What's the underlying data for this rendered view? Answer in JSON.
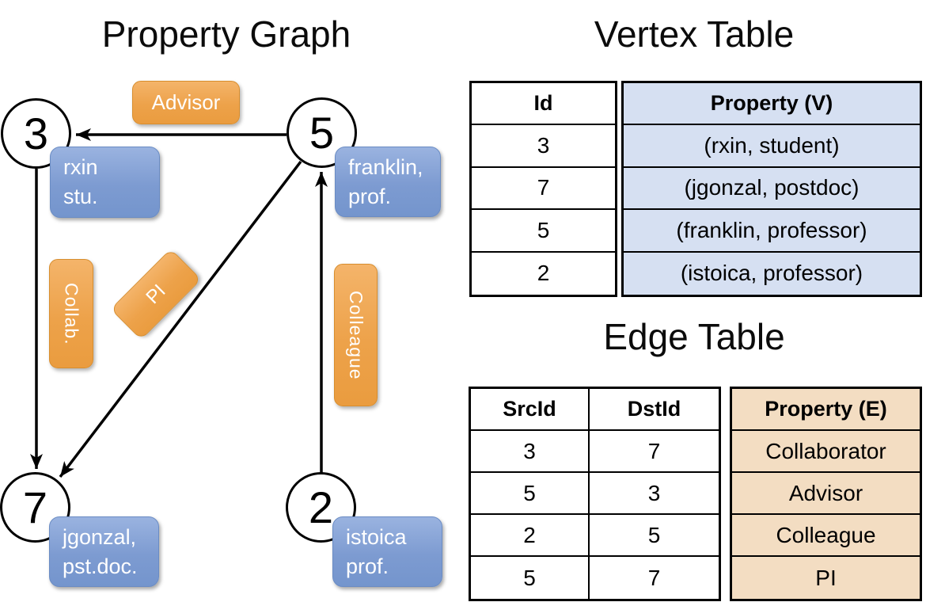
{
  "graph": {
    "title": "Property Graph",
    "nodes": [
      {
        "id": "3",
        "prop1": "rxin",
        "prop2": "stu."
      },
      {
        "id": "5",
        "prop1": "franklin,",
        "prop2": "prof."
      },
      {
        "id": "7",
        "prop1": "jgonzal,",
        "prop2": "pst.doc."
      },
      {
        "id": "2",
        "prop1": "istoica",
        "prop2": "prof."
      }
    ],
    "edge_labels": {
      "advisor": "Advisor",
      "collab": "Collab.",
      "pi": "PI",
      "colleague": "Colleague"
    }
  },
  "vertex_table": {
    "title": "Vertex Table",
    "header_id": "Id",
    "header_property": "Property (V)",
    "rows": [
      {
        "id": "3",
        "property": "(rxin, student)"
      },
      {
        "id": "7",
        "property": "(jgonzal, postdoc)"
      },
      {
        "id": "5",
        "property": "(franklin, professor)"
      },
      {
        "id": "2",
        "property": "(istoica, professor)"
      }
    ]
  },
  "edge_table": {
    "title": "Edge Table",
    "header_src": "SrcId",
    "header_dst": "DstId",
    "header_property": "Property (E)",
    "rows": [
      {
        "src": "3",
        "dst": "7",
        "property": "Collaborator"
      },
      {
        "src": "5",
        "dst": "3",
        "property": "Advisor"
      },
      {
        "src": "2",
        "dst": "5",
        "property": "Colleague"
      },
      {
        "src": "5",
        "dst": "7",
        "property": "PI"
      }
    ]
  },
  "colors": {
    "edge_label_orange": "#EDA24A",
    "vertex_label_blue": "#7D9BD1",
    "vertex_table_fill": "#D6E0F2",
    "edge_table_fill": "#F3DDC2",
    "line_black": "#000000"
  }
}
